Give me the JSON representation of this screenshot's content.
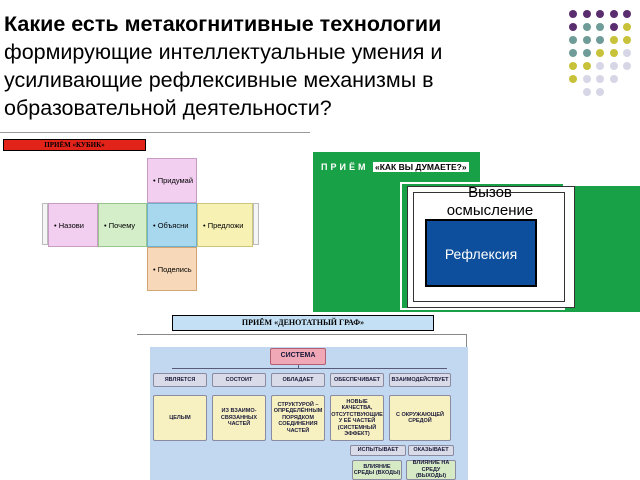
{
  "title": {
    "bold": "Какие есть метакогнитивные технологии",
    "rest": "формирующие интеллектуальные умения и усиливающие рефлексивные механизмы в образовательной деятельности?"
  },
  "dot_colors": {
    "purple": "#5a2d6e",
    "teal": "#6f9c98",
    "yellow": "#c8c23a",
    "light": "#d6d6e6"
  },
  "kubik": {
    "banner": "ПРИЁМ «КУБИК»",
    "faces": [
      "Придумай",
      "Назови",
      "Почему",
      "Объясни",
      "Предложи",
      "Поделись"
    ]
  },
  "dumaete": {
    "label": "ПРИЁМ",
    "name": "«КАК ВЫ ДУМАЕТЕ?»",
    "challenge_line1": "Вызов",
    "challenge_line2": "осмысление",
    "reflection": "Рефлексия",
    "accent": "#19a148",
    "box_color": "#0d4f9c"
  },
  "graf": {
    "banner": "ПРИЁМ «ДЕНОТАТНЫЙ ГРАФ»",
    "root": "СИСТЕМА",
    "relations": [
      "ЯВЛЯЕТСЯ",
      "СОСТОИТ",
      "ОБЛАДАЕТ",
      "ОБЕСПЕЧИВАЕТ",
      "ВЗАИМОДЕЙСТВУЕТ"
    ],
    "values": [
      "ЦЕЛЫМ",
      "ИЗ ВЗАИМО- СВЯЗАННЫХ ЧАСТЕЙ",
      "СТРУКТУРОЙ – ОПРЕДЕЛЁННЫМ ПОРЯДКОМ СОЕДИНЕНИЯ ЧАСТЕЙ",
      "НОВЫЕ КАЧЕСТВА, ОТСУТСТВУЮЩИЕ У ЕЁ ЧАСТЕЙ (СИСТЕМНЫЙ ЭФФЕКТ)",
      "С ОКРУЖАЮЩЕЙ СРЕДОЙ"
    ],
    "sub_relations": [
      "ИСПЫТЫВАЕТ",
      "ОКАЗЫВАЕТ"
    ],
    "sub_values": [
      "ВЛИЯНИЕ СРЕДЫ (ВХОДЫ)",
      "ВЛИЯНИЕ НА СРЕДУ (ВЫХОДЫ)"
    ]
  }
}
